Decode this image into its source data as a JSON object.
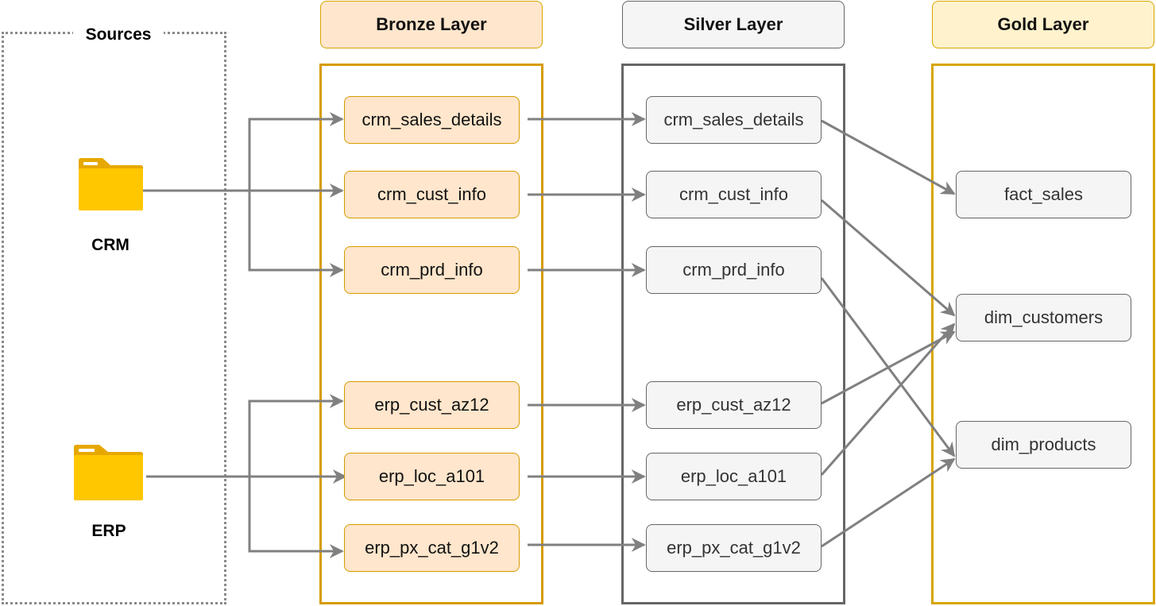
{
  "sources": {
    "title": "Sources",
    "items": [
      {
        "label": "CRM",
        "icon": "folder-icon"
      },
      {
        "label": "ERP",
        "icon": "folder-icon"
      }
    ]
  },
  "layers": {
    "bronze": {
      "title": "Bronze Layer",
      "tables": [
        "crm_sales_details",
        "crm_cust_info",
        "crm_prd_info",
        "erp_cust_az12",
        "erp_loc_a101",
        "erp_px_cat_g1v2"
      ]
    },
    "silver": {
      "title": "Silver Layer",
      "tables": [
        "crm_sales_details",
        "crm_cust_info",
        "crm_prd_info",
        "erp_cust_az12",
        "erp_loc_a101",
        "erp_px_cat_g1v2"
      ]
    },
    "gold": {
      "title": "Gold Layer",
      "tables": [
        "fact_sales",
        "dim_customers",
        "dim_products"
      ]
    }
  },
  "colors": {
    "bronze_fill": "#ffe6cc",
    "bronze_border": "#d79b00",
    "silver_fill": "#f5f5f5",
    "silver_border": "#666666",
    "gold_header_fill": "#fff2cc",
    "gold_border": "#d7a600",
    "arrow": "#808080",
    "folder": "#ffc400"
  }
}
